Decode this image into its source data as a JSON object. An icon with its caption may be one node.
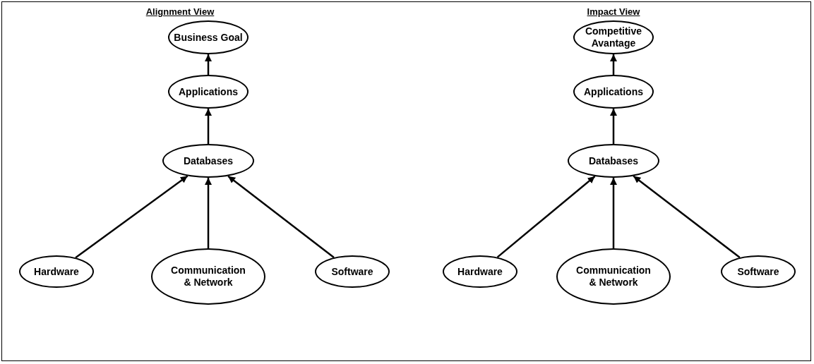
{
  "diagram": {
    "nodes": [
      {
        "text": [
          "Business Goal"
        ]
      },
      {
        "text": [
          "Applications"
        ]
      },
      {
        "text": [
          "Databases"
        ]
      },
      {
        "text": [
          "Hardware"
        ]
      },
      {
        "text": [
          "Communication & Network"
        ]
      },
      {
        "text": [
          "Software"
        ]
      },
      {
        "text": [
          "Competitive Avantage"
        ]
      },
      {
        "text": [
          "Applications"
        ]
      },
      {
        "text": [
          "Databases"
        ]
      },
      {
        "text": [
          "Hardware"
        ]
      },
      {
        "text": [
          "Communication & Network"
        ]
      },
      {
        "text": [
          "Software"
        ]
      }
    ],
    "edges": [
      {
        "from": 1,
        "to": 0,
        "arrow": "to"
      },
      {
        "from": 2,
        "to": 1,
        "arrow": "to"
      },
      {
        "from": 3,
        "to": 2,
        "arrow": "to"
      },
      {
        "from": 4,
        "to": 2,
        "arrow": "to"
      },
      {
        "from": 5,
        "to": 2,
        "arrow": "to"
      },
      {
        "from": 7,
        "to": 6,
        "arrow": "to"
      },
      {
        "from": 8,
        "to": 7,
        "arrow": "to"
      },
      {
        "from": 9,
        "to": 8,
        "arrow": "to"
      },
      {
        "from": 10,
        "to": 8,
        "arrow": "to"
      },
      {
        "from": 11,
        "to": 8,
        "arrow": "to"
      }
    ],
    "labels": [
      "Alignment View",
      "Impact View"
    ]
  }
}
